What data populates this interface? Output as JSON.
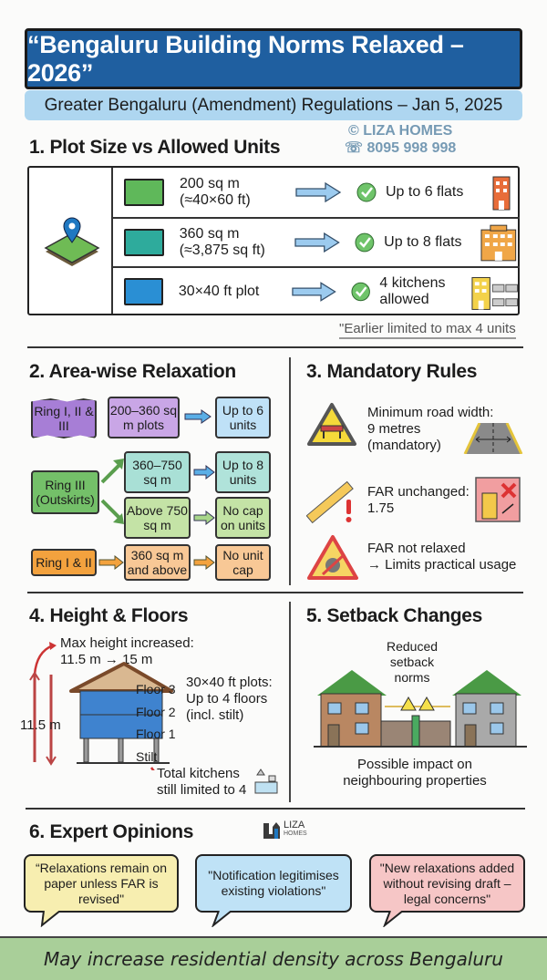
{
  "header": {
    "title": "“Bengaluru Building Norms Relaxed – 2026”",
    "subtitle": "Greater Bengaluru (Amendment) Regulations – Jan 5, 2025",
    "watermark_brand": "© LIZA HOMES",
    "watermark_phone": "☏ 8095 998 998"
  },
  "section1": {
    "heading": "1. Plot Size vs Allowed Units",
    "rows": [
      {
        "size": "200 sq m",
        "size_sub": "(≈40×60 ft)",
        "color": "#5fb85a",
        "result": "Up to 6 flats",
        "icon": "building-small-icon"
      },
      {
        "size": "360 sq m",
        "size_sub": "(≈3,875 sq ft)",
        "color": "#2eab9c",
        "result": "Up to 8 flats",
        "icon": "building-large-icon"
      },
      {
        "size": "30×40 ft plot",
        "size_sub": "",
        "color": "#2a8fd4",
        "result": "4 kitchens allowed",
        "icon": "building-kitchens-icon"
      }
    ],
    "note": "\"Earlier limited to max 4 units"
  },
  "section2": {
    "heading": "2. Area-wise Relaxation",
    "groups": [
      {
        "zone": "Ring I, II & III",
        "plot": "200–360 sq m plots",
        "result": "Up to 6 units"
      },
      {
        "zone": "Ring III (Outskirts)",
        "plot": "360–750 sq m",
        "result": "Up to 8 units"
      },
      {
        "zone": "",
        "plot": "Above 750 sq m",
        "result": "No cap on units"
      },
      {
        "zone": "Ring I & II",
        "plot": "360 sq m and above",
        "result": "No unit cap"
      }
    ]
  },
  "section3": {
    "heading": "3. Mandatory Rules",
    "rules": [
      {
        "line1": "Minimum road width:",
        "line2": "9 metres",
        "line3": "(mandatory)"
      },
      {
        "line1": "FAR unchanged:",
        "line2": "1.75",
        "line3": ""
      },
      {
        "line1": "FAR not relaxed",
        "line2": "→ Limits practical usage",
        "line3": ""
      }
    ]
  },
  "section4": {
    "heading": "4. Height & Floors",
    "max_height_l1": "Max height increased:",
    "max_height_l2": "11.5 m → 15 m",
    "dimension": "11.5 m",
    "floors": [
      "Floor 3",
      "Floor 2",
      "Floor 1",
      "Stilt"
    ],
    "plots_l1": "30×40 ft plots:",
    "plots_l2": "Up to 4 floors",
    "plots_l3": "(incl. stilt)",
    "kitchens_l1": "Total kitchens",
    "kitchens_l2": "still limited to 4"
  },
  "section5": {
    "heading": "5. Setback Changes",
    "label_l1": "Reduced",
    "label_l2": "setback",
    "label_l3": "norms",
    "impact_l1": "Possible impact on",
    "impact_l2": "neighbouring properties"
  },
  "section6": {
    "heading": "6. Expert Opinions",
    "logo_l1": "LIZA",
    "logo_l2": "HOMES",
    "opinions": [
      {
        "text": "“Relaxations remain on paper unless FAR is revised\"",
        "color": "#f7eeb0"
      },
      {
        "text": "\"Notification legitimises existing violations\"",
        "color": "#bfe2f6"
      },
      {
        "text": "\"New relaxations added without revising draft – legal concerns\"",
        "color": "#f6c6c6"
      }
    ]
  },
  "footer": {
    "text": "May increase residential density across Bengaluru"
  }
}
